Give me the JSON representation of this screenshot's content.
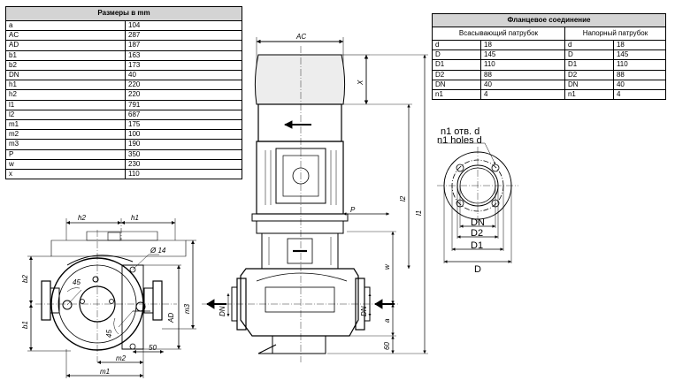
{
  "dimensions_table": {
    "title": "Размеры в mm",
    "rows": [
      {
        "name": "a",
        "value": "104"
      },
      {
        "name": "AC",
        "value": "287"
      },
      {
        "name": "AD",
        "value": "187"
      },
      {
        "name": "b1",
        "value": "163"
      },
      {
        "name": "b2",
        "value": "173"
      },
      {
        "name": "DN",
        "value": "40"
      },
      {
        "name": "h1",
        "value": "220"
      },
      {
        "name": "h2",
        "value": "220"
      },
      {
        "name": "l1",
        "value": "791"
      },
      {
        "name": "l2",
        "value": "687"
      },
      {
        "name": "m1",
        "value": "175"
      },
      {
        "name": "m2",
        "value": "100"
      },
      {
        "name": "m3",
        "value": "190"
      },
      {
        "name": "P",
        "value": "350"
      },
      {
        "name": "w",
        "value": "230"
      },
      {
        "name": "x",
        "value": "110"
      }
    ]
  },
  "flange_table": {
    "title": "Фланцевое соединение",
    "suction_header": "Всасывающий патрубок",
    "discharge_header": "Напорный патрубок",
    "rows": [
      {
        "s_name": "d",
        "s_value": "18",
        "d_name": "d",
        "d_value": "18"
      },
      {
        "s_name": "D",
        "s_value": "145",
        "d_name": "D",
        "d_value": "145"
      },
      {
        "s_name": "D1",
        "s_value": "110",
        "d_name": "D1",
        "d_value": "110"
      },
      {
        "s_name": "D2",
        "s_value": "88",
        "d_name": "D2",
        "d_value": "88"
      },
      {
        "s_name": "DN",
        "s_value": "40",
        "d_name": "DN",
        "d_value": "40"
      },
      {
        "s_name": "n1",
        "s_value": "4",
        "d_name": "n1",
        "d_value": "4"
      }
    ]
  },
  "drawing_labels": {
    "h2": "h2",
    "h1": "h1",
    "b2": "b2",
    "b1": "b1",
    "phi14": "Ø 14",
    "angle45a": "45",
    "angle45b": "45",
    "m3": "m3",
    "ad": "AD",
    "m2": "m2",
    "m1": "m1",
    "fifty": "50",
    "ac": "AC",
    "x": "X",
    "p": "P",
    "l2": "l2",
    "l1": "l1",
    "w": "w",
    "dn_left": "DN",
    "dn_right": "DN",
    "a": "a",
    "sixty": "60",
    "n1_holes_ru": "n1 отв. d",
    "n1_holes_en": "n1 holes d",
    "flange_dn": "DN",
    "flange_d2": "D2",
    "flange_d1": "D1",
    "flange_d": "D"
  }
}
